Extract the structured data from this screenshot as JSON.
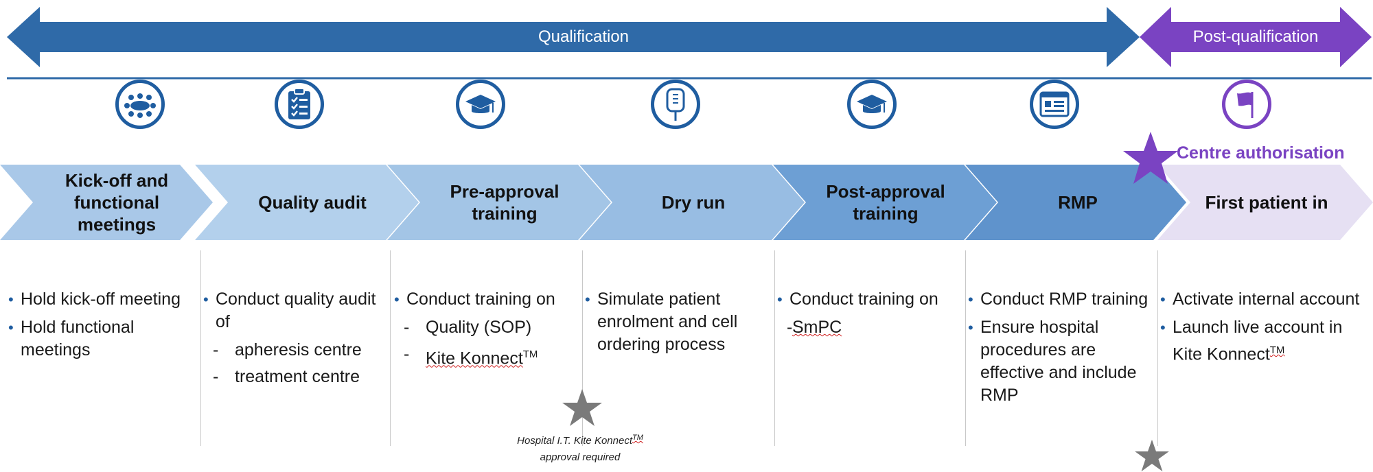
{
  "phases": {
    "qualification": "Qualification",
    "post_qualification": "Post-qualification"
  },
  "colors": {
    "qualification_arrow": "#2f6aa8",
    "post_qualification_arrow": "#7a43c2",
    "icon_border": "#1f5da0",
    "star_purple": "#7a43c2",
    "star_grey": "#7a7a7a",
    "chevrons": [
      "#a9c8e8",
      "#b3d0ec",
      "#a3c5e6",
      "#98bde3",
      "#6d9fd4",
      "#5f93cc",
      "#e6e0f3"
    ]
  },
  "icons": [
    "meeting-group-icon",
    "checklist-clipboard-icon",
    "graduation-cap-icon",
    "iv-bag-icon",
    "graduation-cap-icon",
    "browser-form-icon",
    "flag-icon"
  ],
  "milestones": {
    "centre_authorisation": "Centre authorisation",
    "hospital_it_line1": "Hospital I.T. Kite Konnect",
    "hospital_it_tm": "TM",
    "hospital_it_line2": "approval required"
  },
  "stages": [
    {
      "label": "Kick-off and functional meetings",
      "bullets": [
        {
          "text": "Hold kick-off meeting"
        },
        {
          "text": "Hold functional meetings"
        }
      ]
    },
    {
      "label": "Quality audit",
      "bullets": [
        {
          "text": "Conduct quality audit of",
          "sub": [
            "apheresis centre",
            "treatment centre"
          ]
        }
      ]
    },
    {
      "label": "Pre-approval training",
      "bullets": [
        {
          "text": "Conduct training on",
          "sub": [
            "Quality (SOP)",
            "Kite Konnect"
          ]
        }
      ]
    },
    {
      "label": "Dry run",
      "bullets": [
        {
          "text": "Simulate patient enrolment and cell ordering process"
        }
      ]
    },
    {
      "label": "Post-approval training",
      "bullets": [
        {
          "text": "Conduct training on",
          "sub": [
            "SmPC"
          ]
        }
      ]
    },
    {
      "label": "RMP",
      "bullets": [
        {
          "text": "Conduct RMP training"
        },
        {
          "text": "Ensure hospital procedures are effective and include RMP"
        }
      ]
    },
    {
      "label": "First patient in",
      "bullets": [
        {
          "text": "Activate internal account"
        },
        {
          "text": "Launch live account in Kite Konnect"
        }
      ]
    }
  ],
  "trademark": "TM"
}
